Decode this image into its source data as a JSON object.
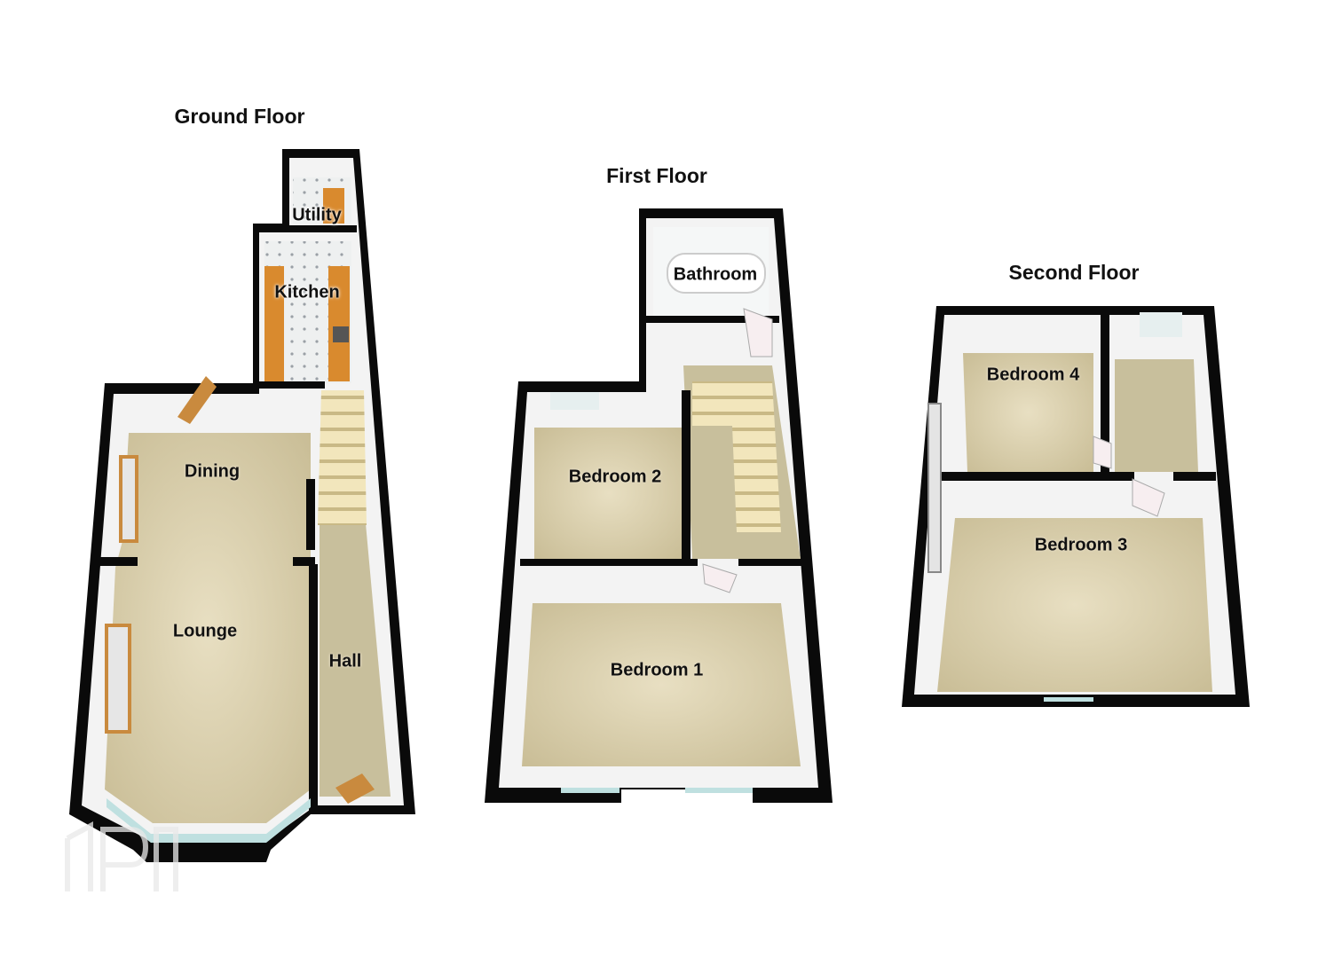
{
  "floors": {
    "ground": {
      "title": "Ground Floor",
      "rooms": {
        "utility": "Utility",
        "kitchen": "Kitchen",
        "dining": "Dining",
        "lounge": "Lounge",
        "hall": "Hall"
      }
    },
    "first": {
      "title": "First Floor",
      "rooms": {
        "bathroom": "Bathroom",
        "bedroom2": "Bedroom 2",
        "bedroom1": "Bedroom 1"
      }
    },
    "second": {
      "title": "Second Floor",
      "rooms": {
        "bedroom4": "Bedroom 4",
        "bedroom3": "Bedroom 3"
      }
    }
  },
  "colors": {
    "wall": "#0a0a0a",
    "carpet": "#d9cfae",
    "hall_carpet": "#c8bf9c",
    "stairs": "#efe3b8",
    "kitchen_worktop": "#d98a2e",
    "inner_wall": "#f4f4f4"
  },
  "icons": {
    "watermark": "property-logo-watermark"
  }
}
